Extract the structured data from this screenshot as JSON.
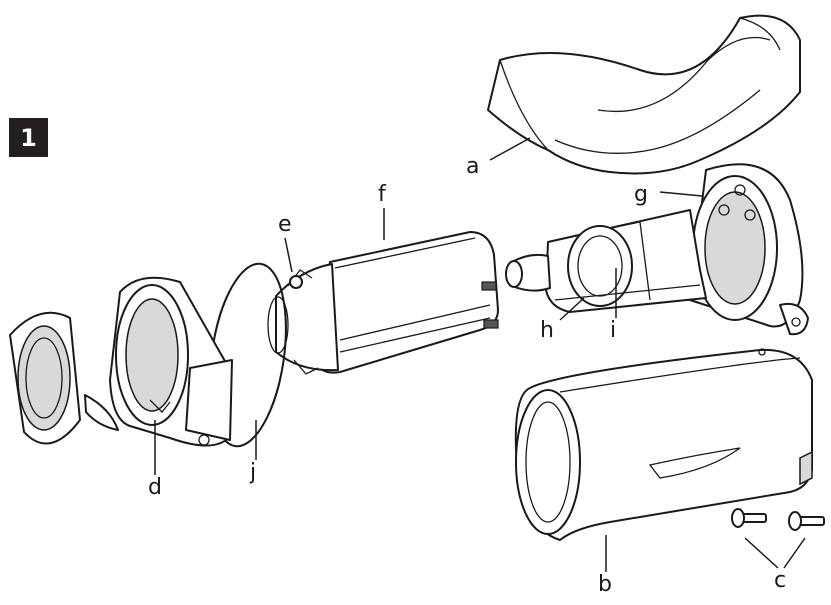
{
  "figure_number": "1",
  "callouts": {
    "a": "a",
    "b": "b",
    "c": "c",
    "d": "d",
    "e": "e",
    "f": "f",
    "g": "g",
    "h": "h",
    "i": "i",
    "j": "j"
  }
}
